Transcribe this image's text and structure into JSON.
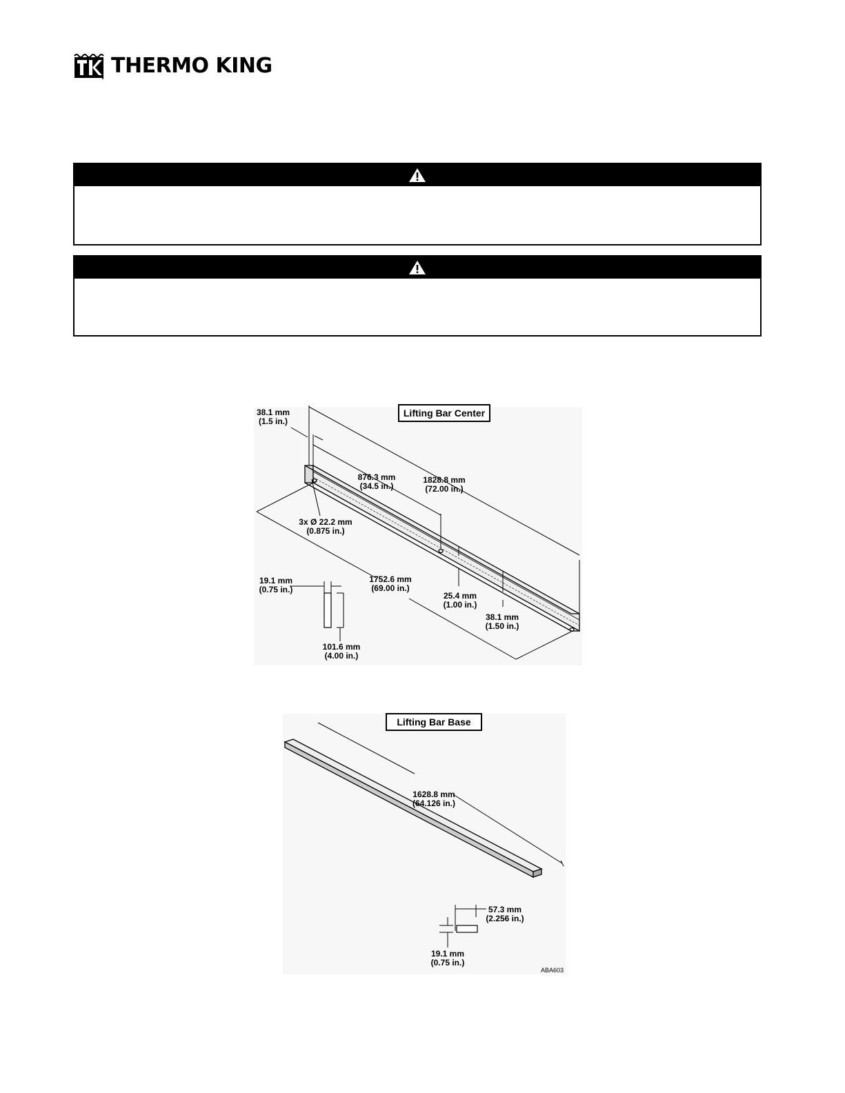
{
  "logo": {
    "icon": "thermo-king-emblem",
    "name": "THERMO KING"
  },
  "warnings": [
    {
      "icon": "warning-triangle-icon"
    },
    {
      "icon": "warning-triangle-icon"
    }
  ],
  "figure_center": {
    "title": "Lifting Bar Center",
    "dims": {
      "end_offset": [
        "38.1 mm",
        "(1.5 in.)"
      ],
      "mid_hole": [
        "876.3 mm",
        "(34.5 in.)"
      ],
      "overall": [
        "1828.8 mm",
        "(72.00 in.)"
      ],
      "holes": [
        "3x Ø 22.2 mm",
        "(0.875 in.)"
      ],
      "hole_span": [
        "1752.6 mm",
        "(69.00 in.)"
      ],
      "thickness": [
        "19.1 mm",
        "(0.75 in.)"
      ],
      "hole_height": [
        "25.4 mm",
        "(1.00 in.)"
      ],
      "end_hole_height": [
        "38.1 mm",
        "(1.50 in.)"
      ],
      "height": [
        "101.6 mm",
        "(4.00 in.)"
      ]
    }
  },
  "figure_base": {
    "title": "Lifting Bar Base",
    "dims": {
      "length": [
        "1628.8 mm",
        "(64.126 in.)"
      ],
      "width": [
        "57.3 mm",
        "(2.256 in.)"
      ],
      "thickness": [
        "19.1 mm",
        "(0.75 in.)"
      ]
    },
    "figure_id": "ABA603"
  }
}
